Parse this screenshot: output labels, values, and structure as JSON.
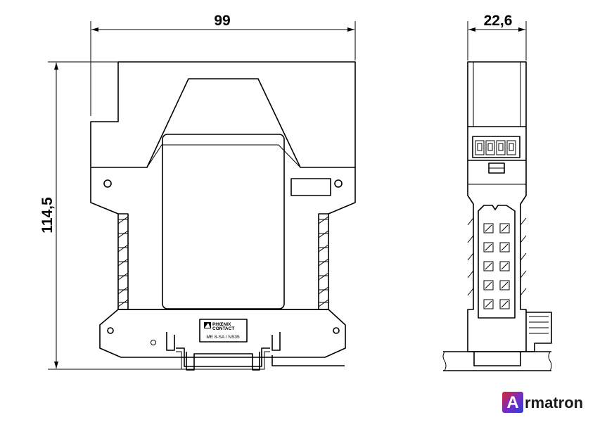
{
  "dimensions": {
    "width": "99",
    "height": "114,5",
    "depth": "22,6"
  },
  "label": {
    "brand_line1": "PHŒNIX",
    "brand_line2": "CONTACT",
    "part": "ME 8-SA / NS35"
  },
  "watermark": {
    "letter": "A",
    "rest": "rmatron",
    "accent_color": "#2b3fd6",
    "accent_color2": "#e0262c"
  }
}
